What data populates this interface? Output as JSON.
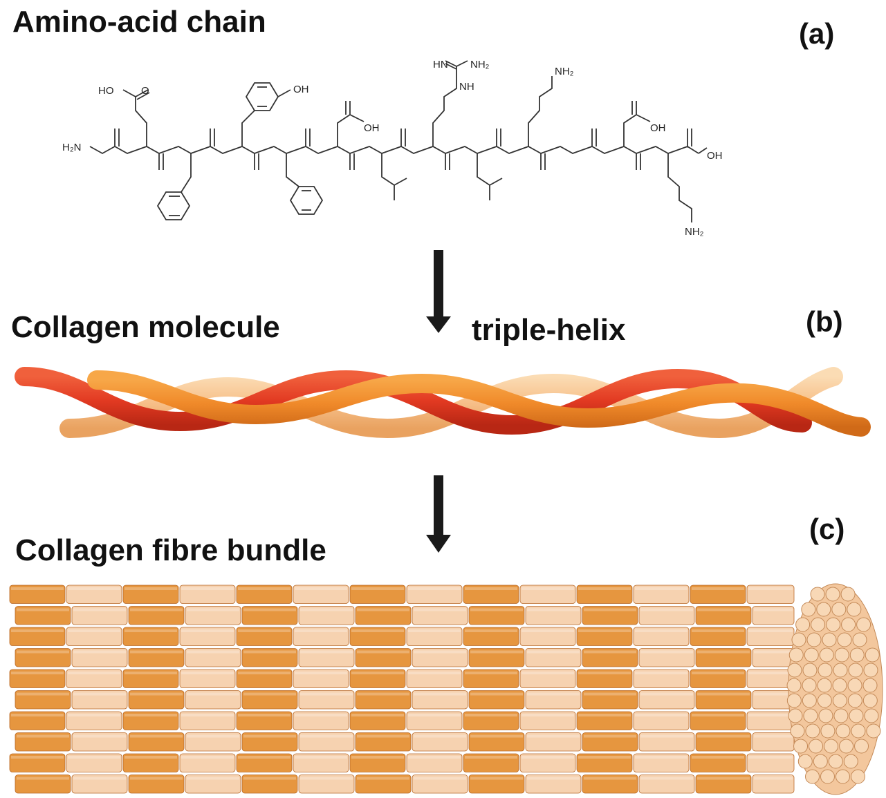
{
  "panel_a": {
    "title": "Amino-acid chain",
    "letter": "(a)",
    "atom_labels": {
      "h2n_start": "H₂N",
      "ho_glu": "HO",
      "o_glu": "O",
      "oh_tyr": "OH",
      "hn_arg": "HN",
      "nh2_arg": "NH₂",
      "nh_arg": "NH",
      "nh2_lys1": "NH₂",
      "oh_asp1": "OH",
      "oh_asp2": "OH",
      "oh_cterm": "OH",
      "nh2_lys2": "NH₂",
      "nitrogen": "N",
      "hydrogen": "H",
      "oxygen": "O"
    }
  },
  "panel_b": {
    "title": "Collagen molecule",
    "subtitle": "triple-helix",
    "letter": "(b)"
  },
  "panel_c": {
    "title": "Collagen fibre bundle",
    "letter": "(c)"
  },
  "colors": {
    "strand_red": "#e23a22",
    "strand_orange": "#f08a2a",
    "strand_light": "#f7c08a",
    "fibre_dark": "#e6963f",
    "fibre_light": "#f6d2b0",
    "arrow": "#1a1a1a"
  }
}
